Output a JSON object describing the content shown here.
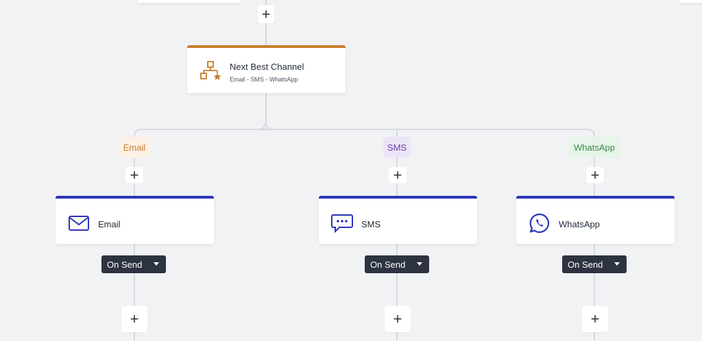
{
  "decision_node": {
    "title": "Next Best Channel",
    "subtitle": "Email - SMS - WhatsApp",
    "accent": "#c77d2a",
    "icon": "channel-decision-icon"
  },
  "branches": [
    {
      "label": "Email",
      "label_color": "#c8802f",
      "label_bg": "#fdf1e6",
      "card_title": "Email",
      "icon": "envelope-icon",
      "trigger": "On Send"
    },
    {
      "label": "SMS",
      "label_color": "#6b3fa6",
      "label_bg": "#ece4f9",
      "card_title": "SMS",
      "icon": "chat-bubble-icon",
      "trigger": "On Send"
    },
    {
      "label": "WhatsApp",
      "label_color": "#3f8a4a",
      "label_bg": "#e6f5e8",
      "card_title": "WhatsApp",
      "icon": "whatsapp-icon",
      "trigger": "On Send"
    }
  ],
  "add_step_symbol": "+",
  "colors": {
    "background": "#f1f2f4",
    "connector": "#d6d9de",
    "channel_accent": "#2a34b8",
    "dropdown_bg": "#2d3340"
  }
}
